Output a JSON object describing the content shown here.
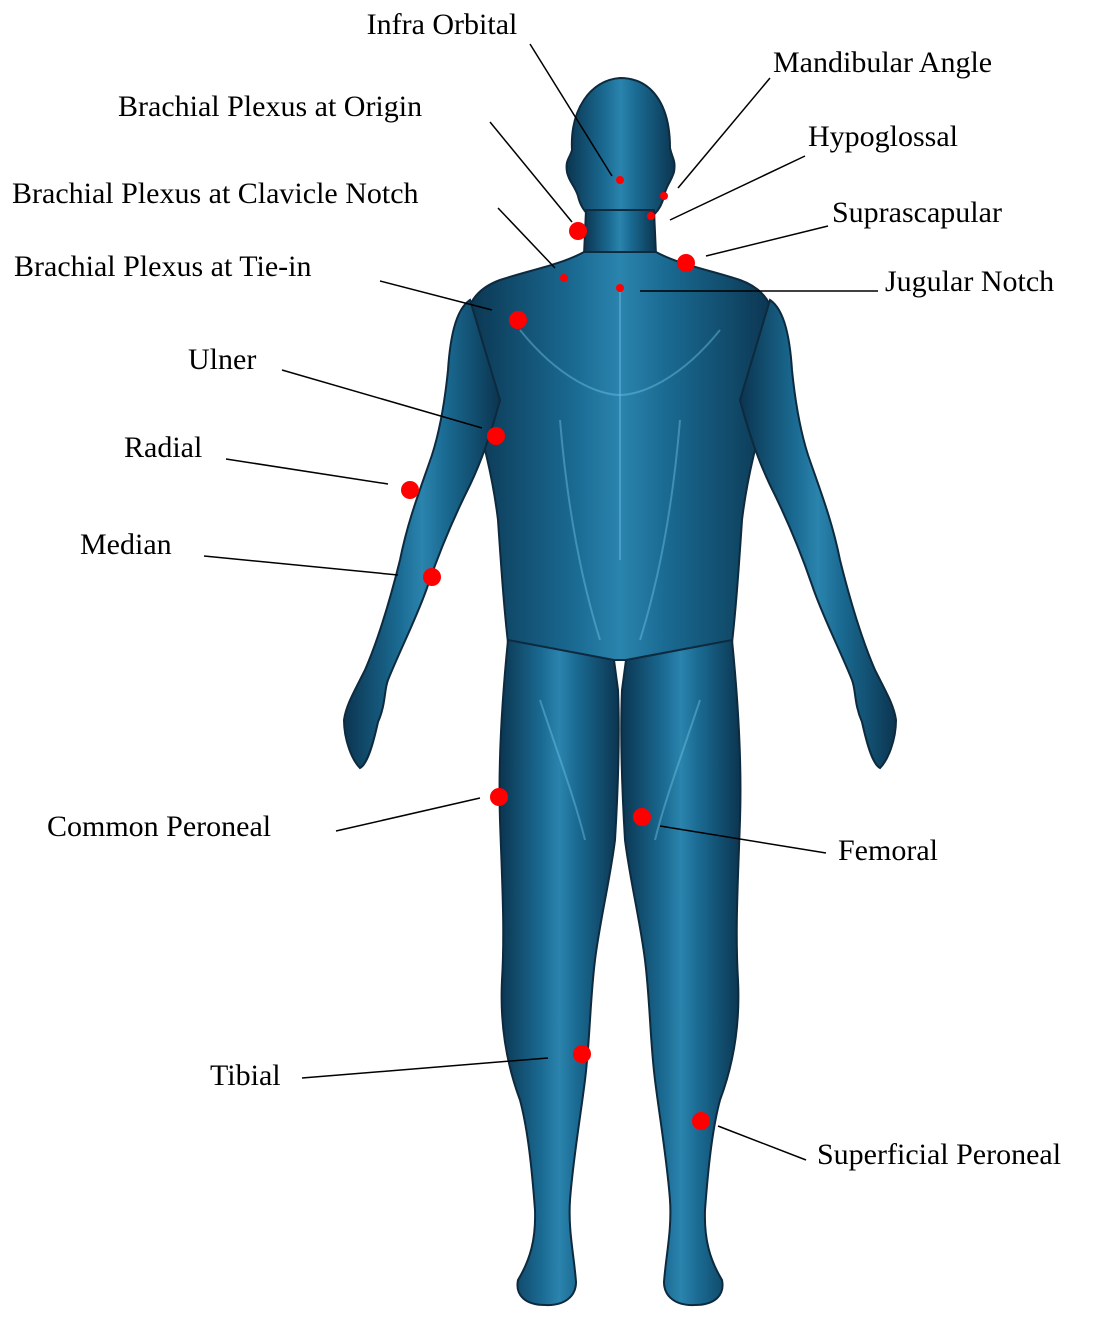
{
  "colors": {
    "body_dark": "#0b3550",
    "body_mid": "#1a6a92",
    "body_light": "#5fb6dc",
    "point": "#ff0000",
    "label": "#000000",
    "background": "#ffffff"
  },
  "labels": {
    "infra_orbital": "Infra Orbital",
    "mandibular_angle": "Mandibular Angle",
    "brachial_plexus_origin": "Brachial Plexus at Origin",
    "hypoglossal": "Hypoglossal",
    "brachial_plexus_clavicle_notch": "Brachial Plexus at Clavicle Notch",
    "suprascapular": "Suprascapular",
    "brachial_plexus_tie_in": "Brachial Plexus at Tie-in",
    "jugular_notch": "Jugular Notch",
    "ulner": "Ulner",
    "radial": "Radial",
    "median": "Median",
    "common_peroneal": "Common Peroneal",
    "femoral": "Femoral",
    "tibial": "Tibial",
    "superficial_peroneal": "Superficial Peroneal"
  }
}
